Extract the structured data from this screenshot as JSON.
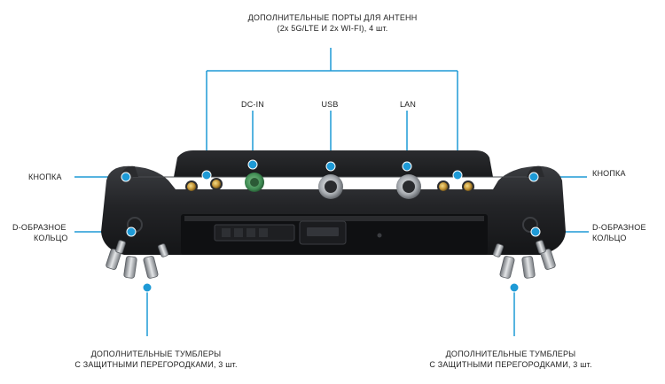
{
  "accent_color": "#1e9ad6",
  "labels": {
    "antenna_ports_line1": "ДОПОЛНИТЕЛЬНЫЕ ПОРТЫ ДЛЯ АНТЕНН",
    "antenna_ports_line2": "(2x 5G/LTE И 2x WI-FI), 4 шт.",
    "dc_in": "DC-IN",
    "usb": "USB",
    "lan": "LAN",
    "button_left": "КНОПКА",
    "button_right": "КНОПКА",
    "d_ring_left_line1": "D-ОБРАЗНОЕ",
    "d_ring_left_line2": "КОЛЬЦО",
    "d_ring_right_line1": "D-ОБРАЗНОЕ",
    "d_ring_right_line2": "КОЛЬЦО",
    "toggles_left_line1": "ДОПОЛНИТЕЛЬНЫЕ ТУМБЛЕРЫ",
    "toggles_left_line2": "С ЗАЩИТНЫМИ ПЕРЕГОРОДКАМИ, 3 шт.",
    "toggles_right_line1": "ДОПОЛНИТЕЛЬНЫЕ ТУМБЛЕРЫ",
    "toggles_right_line2": "С ЗАЩИТНЫМИ ПЕРЕГОРОДКАМИ, 3 шт."
  }
}
